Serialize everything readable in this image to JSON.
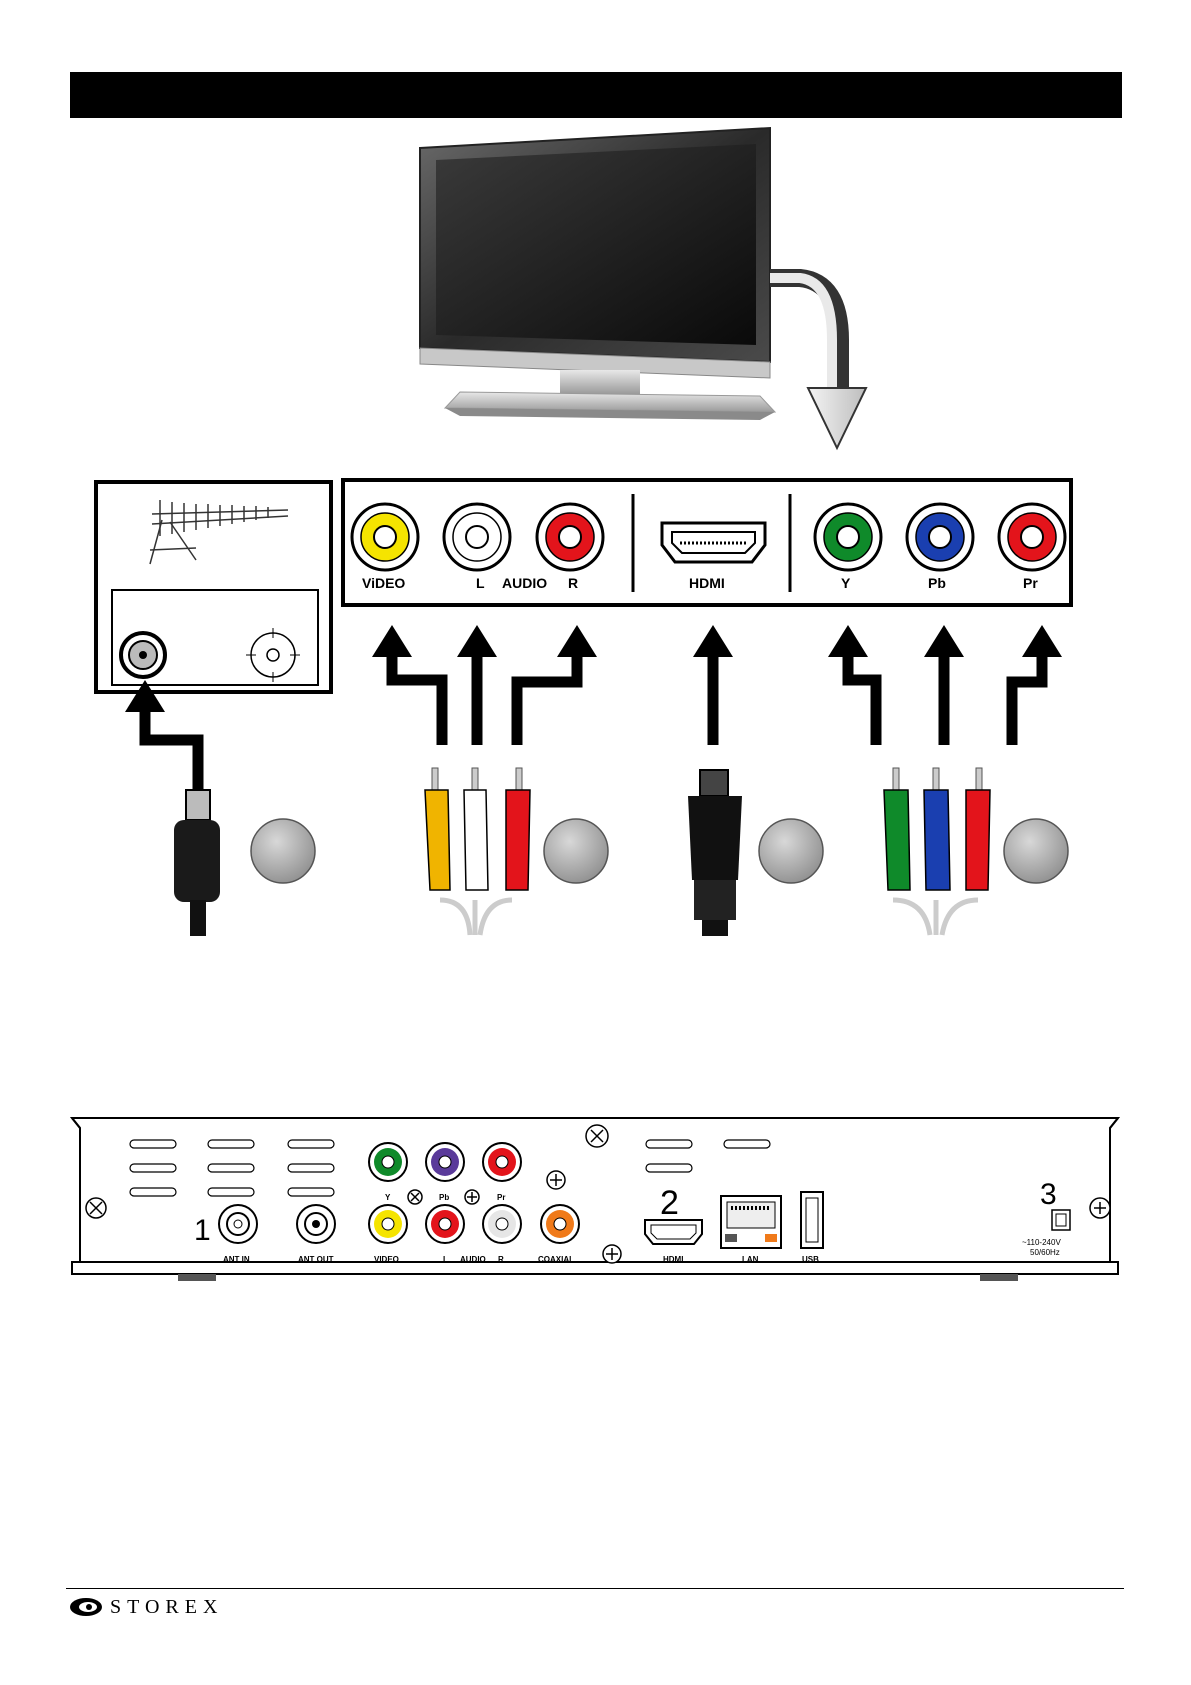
{
  "tv_panel_labels": {
    "video": "ViDEO",
    "audio_l": "L",
    "audio": "AUDIO",
    "audio_r": "R",
    "hdmi": "HDMI",
    "y": "Y",
    "pb": "Pb",
    "pr": "Pr"
  },
  "device_labels": {
    "num_1": "1",
    "num_2": "2",
    "num_3": "3",
    "ant_in": "ANT IN",
    "ant_out": "ANT OUT",
    "video": "VIDEO",
    "l": "L",
    "audio": "AUDIO",
    "r": "R",
    "coaxial": "COAXIAL",
    "hdmi": "HDMI",
    "lan": "LAN",
    "usb": "USB",
    "y": "Y",
    "pb": "Pb",
    "pr": "Pr",
    "power_line1": "~110-240V",
    "power_line2": "50/60Hz"
  },
  "footer": {
    "brand": "STOREX"
  },
  "colors": {
    "video_yellow": "#f5e400",
    "audio_white": "#ffffff",
    "audio_red": "#e3141b",
    "y_green": "#0f8a2a",
    "pb_blue": "#1a3fb0",
    "pr_red": "#e3141b",
    "coaxial_orange": "#f07a1a",
    "device_purple": "#5a3a9a"
  },
  "icons": [
    "antenna-icon",
    "tv-icon",
    "coax-plug-icon",
    "rca-cable-icon",
    "hdmi-plug-icon",
    "component-cable-icon",
    "screw-icon",
    "storex-logo-icon"
  ]
}
